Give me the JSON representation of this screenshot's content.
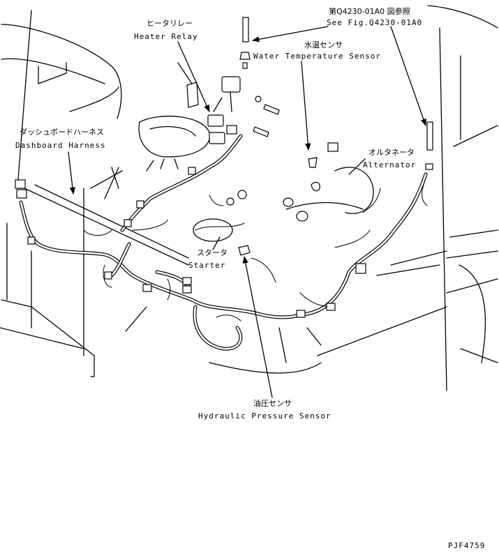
{
  "labels": {
    "fig_ref_jp": "第Q4230-01A0 図参照",
    "fig_ref_en": "See Fig.Q4230-01A0",
    "heater_relay_jp": "ヒータリレー",
    "heater_relay_en": "Heater Relay",
    "water_temp_jp": "水温センサ",
    "water_temp_en": "Water Temperature Sensor",
    "dashboard_jp": "ダッシュボードハーネス",
    "dashboard_en": "Dashboard Harness",
    "alternator_jp": "オルタネータ",
    "alternator_en": "Alternator",
    "starter_jp": "スタータ",
    "starter_en": "Starter",
    "hydraulic_jp": "油圧センサ",
    "hydraulic_en": "Hydraulic Pressure Sensor",
    "drawing_no": "PJF4759"
  }
}
